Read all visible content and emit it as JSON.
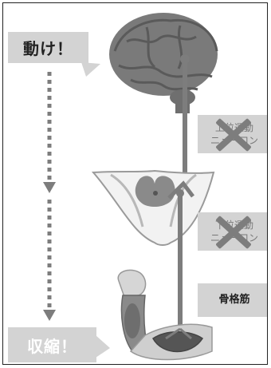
{
  "callouts": {
    "top": "動け！",
    "bottom": "収縮！"
  },
  "labels": {
    "upper_neuron": [
      "上位運動",
      "ニューロン"
    ],
    "lower_neuron": [
      "下位運動",
      "ニューロン"
    ],
    "muscle": "骨格筋"
  },
  "icons": {
    "brain": "brain-icon",
    "spinal_cord": "spinal-cord-cross-section-icon",
    "arm": "flexed-arm-icon",
    "cross": "x-mark-icon",
    "arrow": "down-arrow-icon"
  },
  "colors": {
    "accent": "#8a8a8a",
    "callout_bg": "#d3d3d3",
    "neuron_line": "#7d7d7d"
  }
}
